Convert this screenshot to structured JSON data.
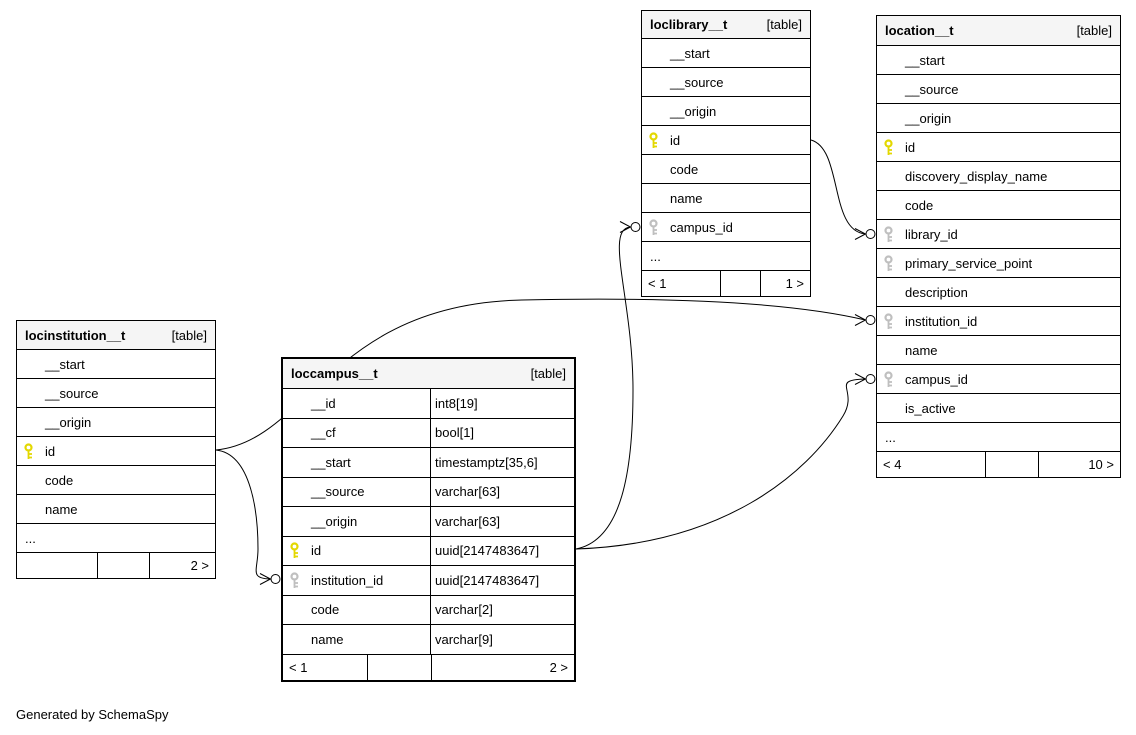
{
  "app": {
    "generator_note": "Generated by SchemaSpy"
  },
  "colors": {
    "primary_key": "#e3d800",
    "foreign_key": "#bfbfbf",
    "header_bg": "#f5f5f5",
    "line": "#000000"
  },
  "tables": {
    "loclibrary": {
      "name": "loclibrary__t",
      "tag": "[table]",
      "columns": [
        {
          "name": "__start",
          "key": "none"
        },
        {
          "name": "__source",
          "key": "none"
        },
        {
          "name": "__origin",
          "key": "none"
        },
        {
          "name": "id",
          "key": "primary"
        },
        {
          "name": "code",
          "key": "none"
        },
        {
          "name": "name",
          "key": "none"
        },
        {
          "name": "campus_id",
          "key": "foreign"
        },
        {
          "name": "...",
          "key": "none"
        }
      ],
      "footer": {
        "left": "< 1",
        "mid": "",
        "right": "1 >"
      }
    },
    "location": {
      "name": "location__t",
      "tag": "[table]",
      "columns": [
        {
          "name": "__start",
          "key": "none"
        },
        {
          "name": "__source",
          "key": "none"
        },
        {
          "name": "__origin",
          "key": "none"
        },
        {
          "name": "id",
          "key": "primary"
        },
        {
          "name": "discovery_display_name",
          "key": "none"
        },
        {
          "name": "code",
          "key": "none"
        },
        {
          "name": "library_id",
          "key": "foreign"
        },
        {
          "name": "primary_service_point",
          "key": "foreign"
        },
        {
          "name": "description",
          "key": "none"
        },
        {
          "name": "institution_id",
          "key": "foreign"
        },
        {
          "name": "name",
          "key": "none"
        },
        {
          "name": "campus_id",
          "key": "foreign"
        },
        {
          "name": "is_active",
          "key": "none"
        },
        {
          "name": "...",
          "key": "none"
        }
      ],
      "footer": {
        "left": "< 4",
        "mid": "",
        "right": "10 >"
      }
    },
    "locinstitution": {
      "name": "locinstitution__t",
      "tag": "[table]",
      "columns": [
        {
          "name": "__start",
          "key": "none"
        },
        {
          "name": "__source",
          "key": "none"
        },
        {
          "name": "__origin",
          "key": "none"
        },
        {
          "name": "id",
          "key": "primary"
        },
        {
          "name": "code",
          "key": "none"
        },
        {
          "name": "name",
          "key": "none"
        },
        {
          "name": "...",
          "key": "none"
        }
      ],
      "footer": {
        "left": "",
        "mid": "",
        "right": "2 >"
      }
    },
    "loccampus": {
      "name": "loccampus__t",
      "tag": "[table]",
      "columns": [
        {
          "name": "__id",
          "key": "none",
          "type": "int8[19]"
        },
        {
          "name": "__cf",
          "key": "none",
          "type": "bool[1]"
        },
        {
          "name": "__start",
          "key": "none",
          "type": "timestamptz[35,6]"
        },
        {
          "name": "__source",
          "key": "none",
          "type": "varchar[63]"
        },
        {
          "name": "__origin",
          "key": "none",
          "type": "varchar[63]"
        },
        {
          "name": "id",
          "key": "primary",
          "type": "uuid[2147483647]"
        },
        {
          "name": "institution_id",
          "key": "foreign",
          "type": "uuid[2147483647]"
        },
        {
          "name": "code",
          "key": "none",
          "type": "varchar[2]"
        },
        {
          "name": "name",
          "key": "none",
          "type": "varchar[9]"
        }
      ],
      "footer": {
        "left": "< 1",
        "mid": "",
        "right": "2 >"
      }
    }
  },
  "relationships": [
    {
      "from": "loccampus__t.id",
      "to": "loclibrary__t.campus_id"
    },
    {
      "from": "loclibrary__t.id",
      "to": "location__t.library_id"
    },
    {
      "from": "locinstitution__t.id",
      "to": "loccampus__t.institution_id"
    },
    {
      "from": "locinstitution__t.id",
      "to": "location__t.institution_id"
    },
    {
      "from": "loccampus__t.id",
      "to": "location__t.campus_id"
    }
  ]
}
